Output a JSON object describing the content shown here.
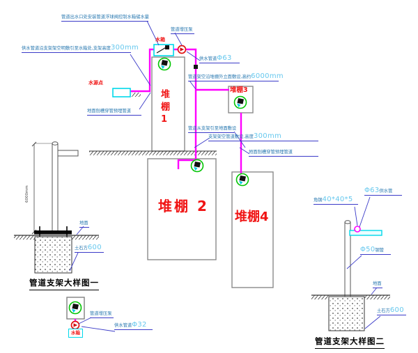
{
  "colors": {
    "pipe_magenta": "#ff00ff",
    "leader_blue": "#3a3ac8",
    "label_teal": "#2878b0",
    "value_cyan": "#66c8ee",
    "annotation_red": "#f01414",
    "meter_green": "#00c400",
    "tank_cyan": "#00d8ea"
  },
  "main": {
    "note_float_valve": "管道出水口处安装管道浮球阀控制水箱储水量",
    "note_supply": "供水管道沿支架架空明敷引至水箱处,支架高度",
    "note_supply_value": "300mm",
    "booster_pump": "管道增压泵",
    "tank": "水箱",
    "source_point": "水源点",
    "pipe63": "供水管道",
    "pipe63_value": "Φ63",
    "note_facade": "管道架空沿堆棚外立面敷设,高约",
    "note_facade_value": "6000mm",
    "note_to_ground": "管道从支架引至地面敷设",
    "note_bracket": "支架架空管道敷设,高度",
    "note_bracket_value": "300mm",
    "note_buried_left": "地面刨槽穿管预埋管道",
    "note_buried_mid": "地面刨槽穿管预埋管道",
    "shed1": "堆棚1",
    "shed2": "堆棚 2",
    "shed3": "堆棚3",
    "shed4": "堆棚4"
  },
  "detail_one": {
    "title": "管道支架大样图一",
    "dim_height": "6000mm",
    "ground": "地面",
    "excavation": "土石方",
    "excavation_value": "600"
  },
  "detail_two": {
    "title": "管道支架大样图二",
    "angle_steel": "角钢",
    "angle_steel_value": "40*40*5",
    "pipe63_value": "Φ63",
    "pipe63": "供水管",
    "pipe50_value": "Φ50",
    "pipe50": "钢管",
    "ground": "地面",
    "excavation": "土石方",
    "excavation_value": "600"
  },
  "detail_three": {
    "booster_pump": "管道增压泵",
    "pipe32": "供水管道",
    "pipe32_value": "Φ32",
    "tank": "水箱"
  }
}
